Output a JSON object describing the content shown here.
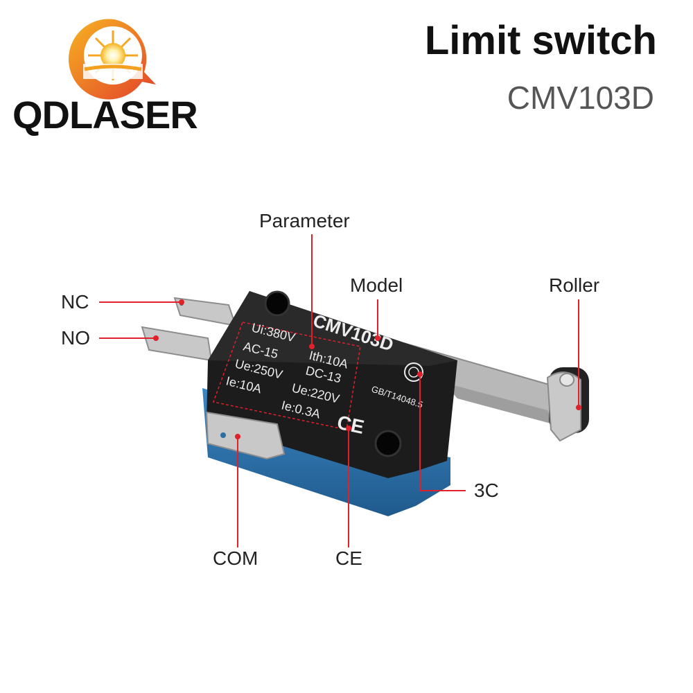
{
  "brand": {
    "name": "QDLASER"
  },
  "product": {
    "title": "Limit switch",
    "model": "CMV103D"
  },
  "switch_body": {
    "model_print": "CMV103D",
    "params": {
      "ui": "Ui:380V",
      "ith": "Ith:10A",
      "ac": "AC-15",
      "dc": "DC-13",
      "ue1": "Ue:250V",
      "ue2": "Ue:220V",
      "ie1": "Ie:10A",
      "ie2": "Ie:0.3A"
    },
    "standard": "GB/T14048.5",
    "ce_mark": "CE"
  },
  "callouts": {
    "parameter": "Parameter",
    "model": "Model",
    "roller": "Roller",
    "nc": "NC",
    "no": "NO",
    "com": "COM",
    "ce": "CE",
    "three_c": "3C"
  },
  "colors": {
    "callout_line": "#e0202a",
    "body": "#1c1c1c",
    "base": "#2d6fa3",
    "brand_orange": "#f39a1e",
    "brand_red": "#e53b2c"
  }
}
